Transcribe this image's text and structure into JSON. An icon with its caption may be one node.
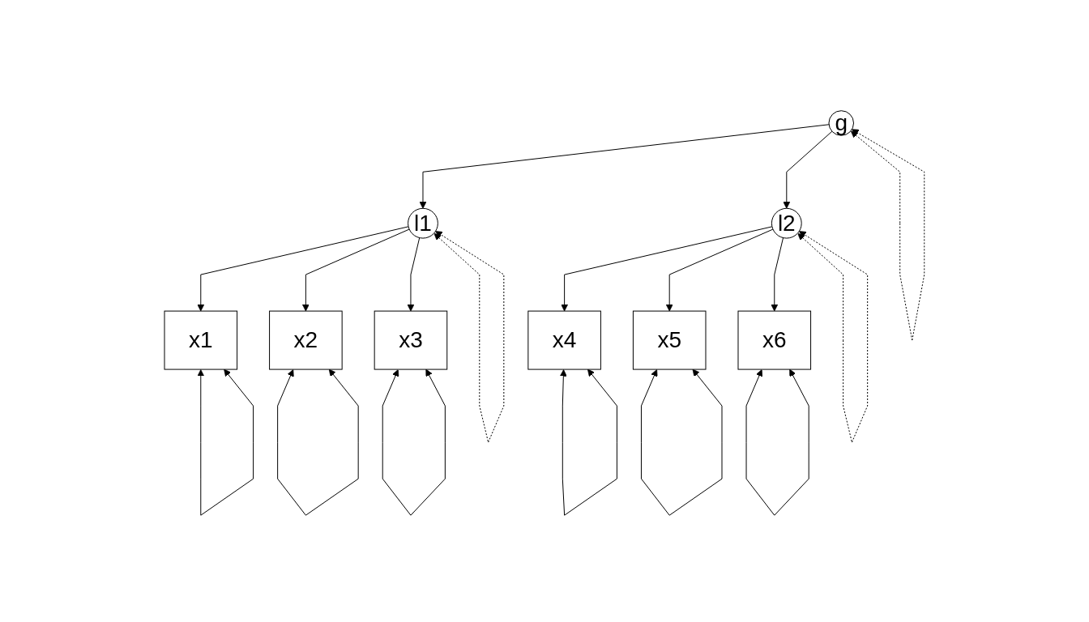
{
  "diagram": {
    "nodes": [
      {
        "text": [
          "g"
        ]
      },
      {
        "text": [
          "l1"
        ]
      },
      {
        "text": [
          "l2"
        ]
      },
      {
        "text": [
          "x1"
        ]
      },
      {
        "text": [
          "x2"
        ]
      },
      {
        "text": [
          "x3"
        ]
      },
      {
        "text": [
          "x4"
        ]
      },
      {
        "text": [
          "x5"
        ]
      },
      {
        "text": [
          "x6"
        ]
      }
    ],
    "edges": [
      {
        "from": 0,
        "to": 1,
        "arrow": "to"
      },
      {
        "from": 0,
        "to": 2,
        "arrow": "to"
      },
      {
        "from": 1,
        "to": 3,
        "arrow": "to"
      },
      {
        "from": 1,
        "to": 4,
        "arrow": "to"
      },
      {
        "from": 1,
        "to": 5,
        "arrow": "to"
      },
      {
        "from": 2,
        "to": 6,
        "arrow": "to"
      },
      {
        "from": 2,
        "to": 7,
        "arrow": "to"
      },
      {
        "from": 2,
        "to": 8,
        "arrow": "to"
      },
      {
        "from": 0,
        "to": 0,
        "arrow": "both",
        "style": "dashed"
      },
      {
        "from": 1,
        "to": 1,
        "arrow": "both",
        "style": "dashed"
      },
      {
        "from": 2,
        "to": 2,
        "arrow": "both",
        "style": "dashed"
      },
      {
        "from": 3,
        "to": 3,
        "arrow": "both"
      },
      {
        "from": 4,
        "to": 4,
        "arrow": "both"
      },
      {
        "from": 5,
        "to": 5,
        "arrow": "both"
      },
      {
        "from": 6,
        "to": 6,
        "arrow": "both"
      },
      {
        "from": 7,
        "to": 7,
        "arrow": "both"
      },
      {
        "from": 8,
        "to": 8,
        "arrow": "both"
      }
    ]
  }
}
